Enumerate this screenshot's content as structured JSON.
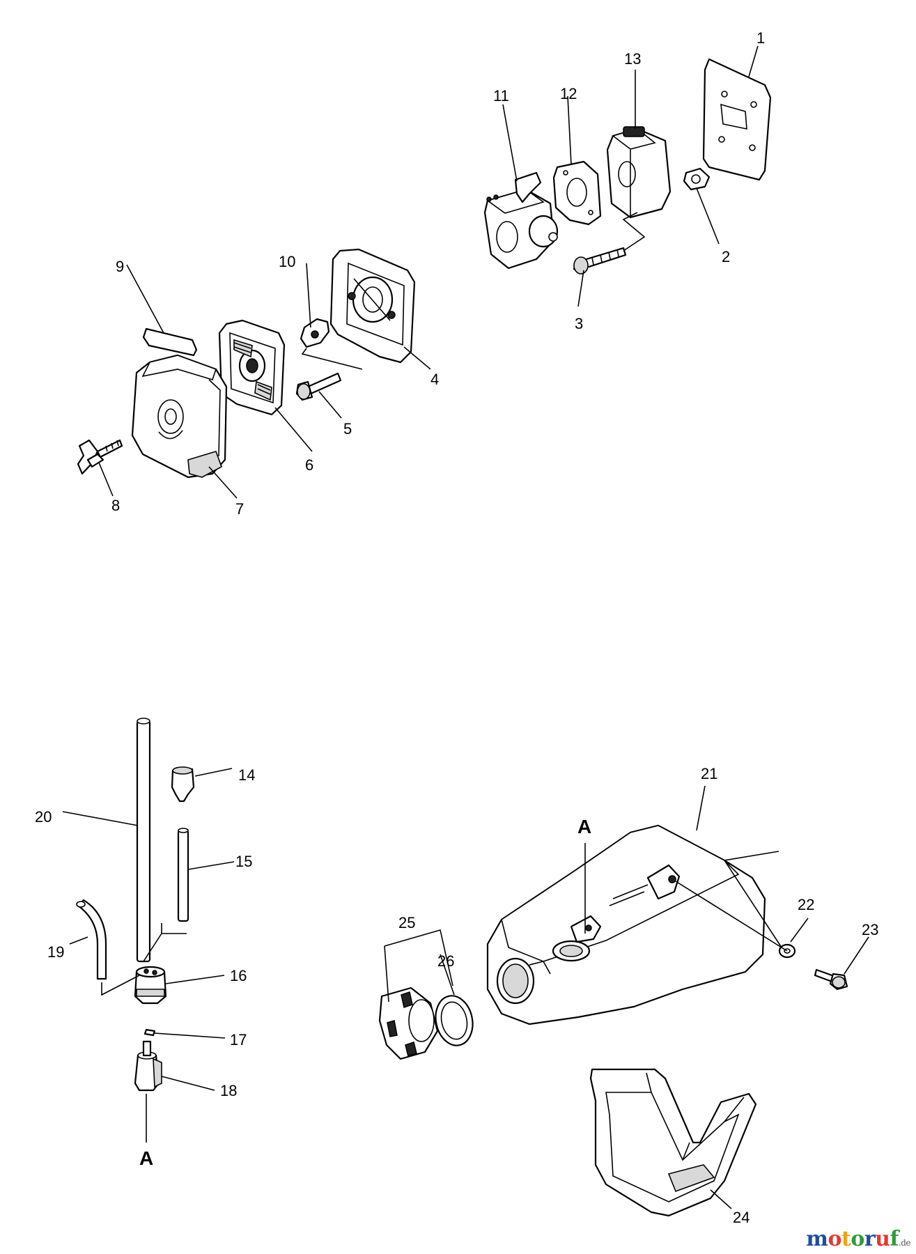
{
  "callouts": {
    "p1": "1",
    "p2": "2",
    "p3": "3",
    "p4": "4",
    "p5": "5",
    "p6": "6",
    "p7": "7",
    "p8": "8",
    "p9": "9",
    "p10": "10",
    "p11": "11",
    "p12": "12",
    "p13": "13",
    "p14": "14",
    "p15": "15",
    "p16": "16",
    "p17": "17",
    "p18": "18",
    "p19": "19",
    "p20": "20",
    "p21": "21",
    "p22": "22",
    "p23": "23",
    "p24": "24",
    "p25": "25",
    "p26": "26"
  },
  "markers": {
    "a_top": "A",
    "a_bottom": "A"
  },
  "watermark": {
    "letters": [
      "m",
      "o",
      "t",
      "o",
      "r",
      "u",
      "f"
    ],
    "colors": [
      "#1f4e9e",
      "#e03a2f",
      "#f2a20c",
      "#2e9b3d",
      "#1f4e9e",
      "#e03a2f",
      "#2e9b3d"
    ],
    "suffix": ".de"
  }
}
